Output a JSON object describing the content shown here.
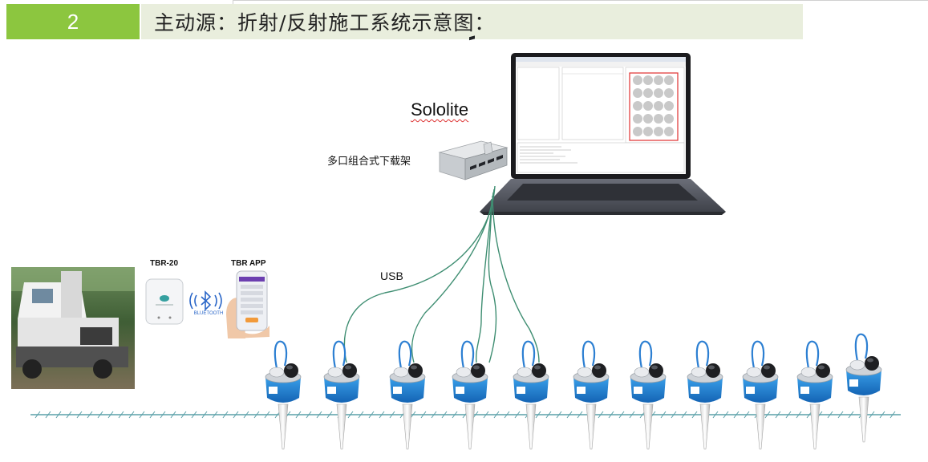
{
  "header": {
    "number": "2",
    "title": "主动源：折射/反射施工系统示意图："
  },
  "labels": {
    "software": "Sololite",
    "hub": "多口组合式下载架",
    "usb": "USB",
    "tbr20": "TBR-20",
    "tbr_app": "TBR APP",
    "bluetooth": "BLUETOOTH"
  },
  "nodes": {
    "count": 11,
    "connected_count": 5
  }
}
